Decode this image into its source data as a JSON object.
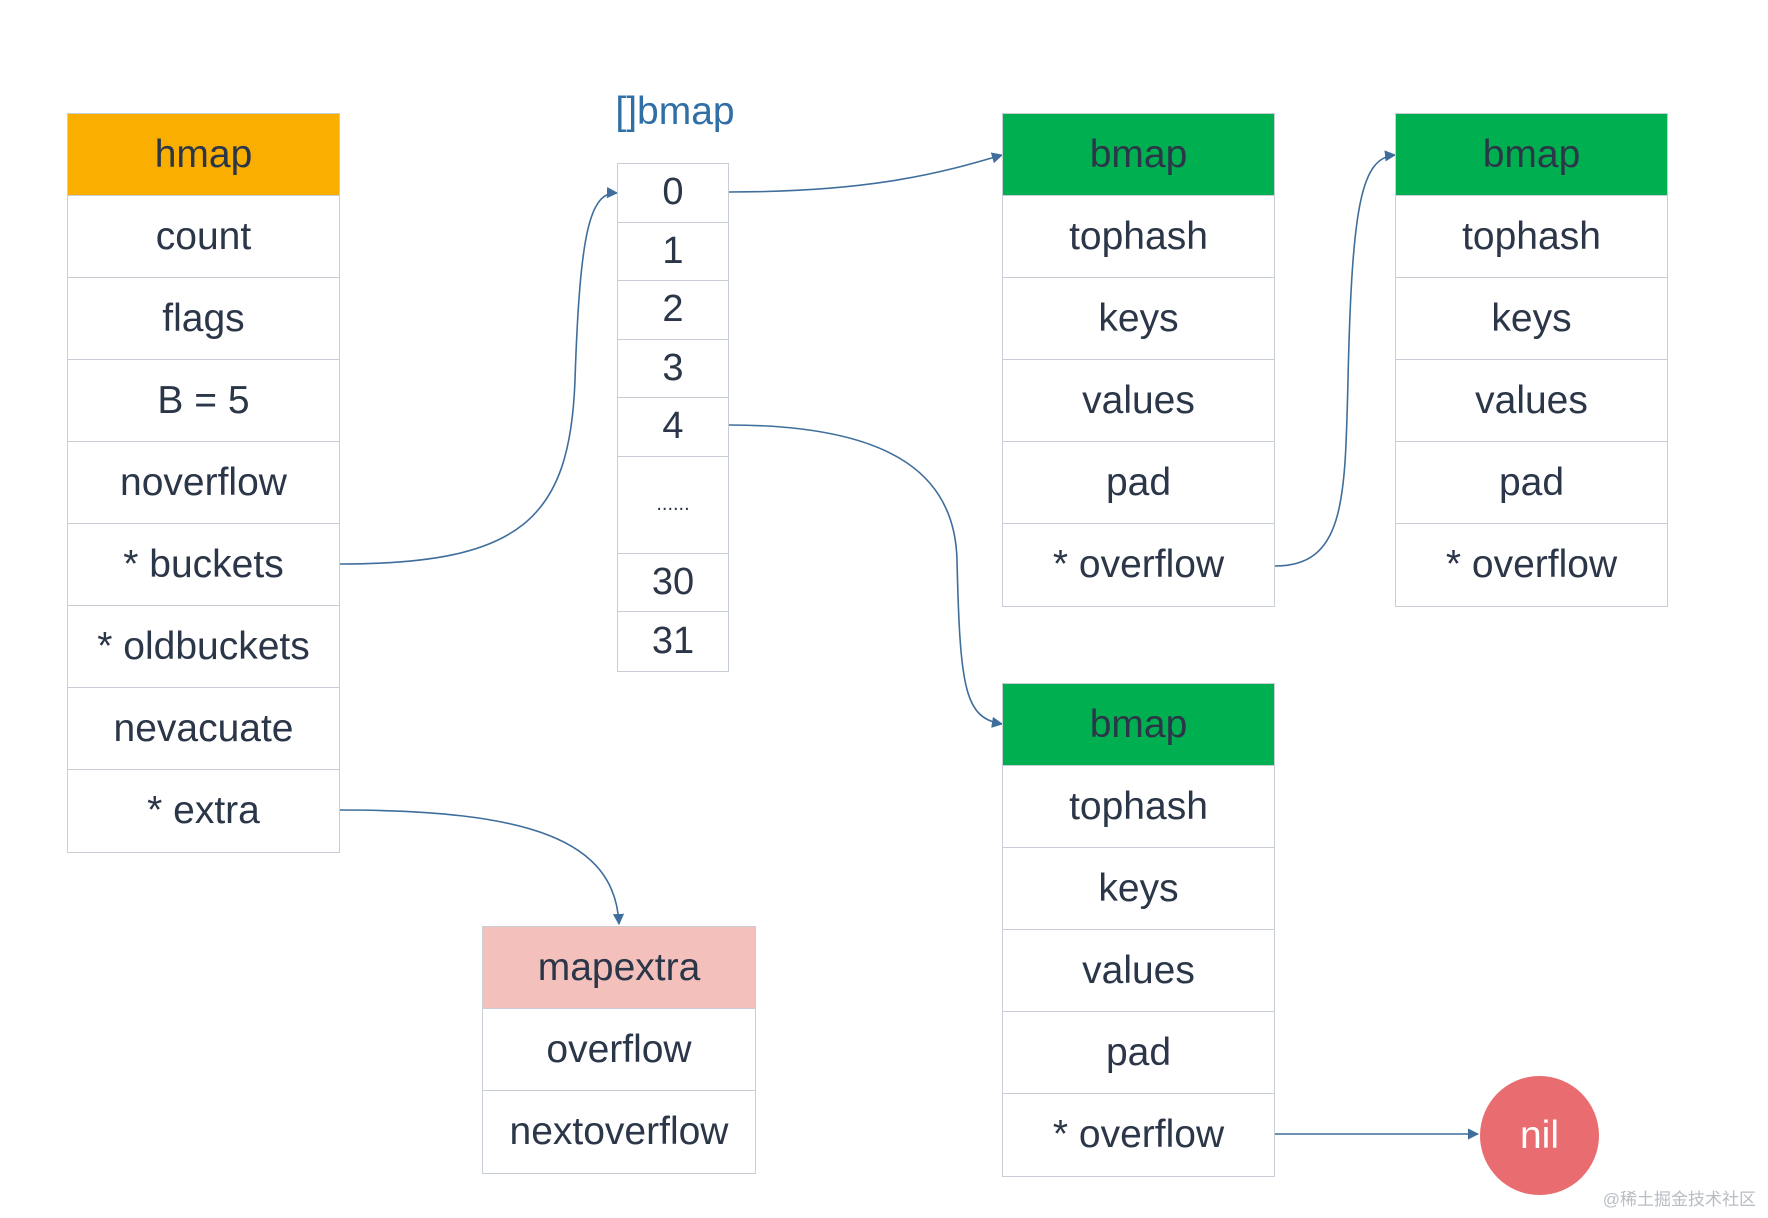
{
  "colors": {
    "hmap_header": "#f9ae00",
    "bmap_header": "#00b050",
    "mapextra_header": "#f4c0bc",
    "nil_fill": "#e96d70",
    "arrow": "#3f6e9c"
  },
  "hmap": {
    "title": "hmap",
    "fields": [
      "count",
      "flags",
      "B = 5",
      "noverflow",
      "* buckets",
      "* oldbuckets",
      "nevacuate",
      "* extra"
    ]
  },
  "bucket_array": {
    "title": "[]bmap",
    "items": [
      "0",
      "1",
      "2",
      "3",
      "4",
      "......",
      "30",
      "31"
    ]
  },
  "bmaps": [
    {
      "title": "bmap",
      "fields": [
        "tophash",
        "keys",
        "values",
        "pad",
        "* overflow"
      ]
    },
    {
      "title": "bmap",
      "fields": [
        "tophash",
        "keys",
        "values",
        "pad",
        "* overflow"
      ]
    },
    {
      "title": "bmap",
      "fields": [
        "tophash",
        "keys",
        "values",
        "pad",
        "* overflow"
      ]
    }
  ],
  "mapextra": {
    "title": "mapextra",
    "fields": [
      "overflow",
      "nextoverflow"
    ]
  },
  "nil_label": "nil",
  "watermark": "@稀土掘金技术社区"
}
